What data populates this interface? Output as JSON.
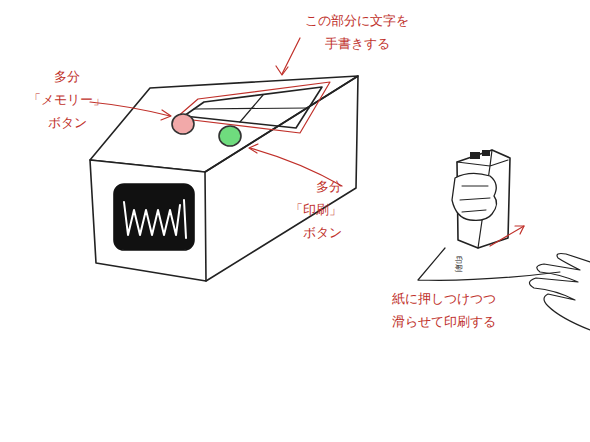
{
  "diagram": {
    "labels": [
      "この部分に文字を 手書きする",
      "多分 「メモリー」 ボタン",
      "多分 「印刷」ボタン",
      "紙に押しつけつつ 滑らせて印刷する",
      "印刷"
    ]
  }
}
